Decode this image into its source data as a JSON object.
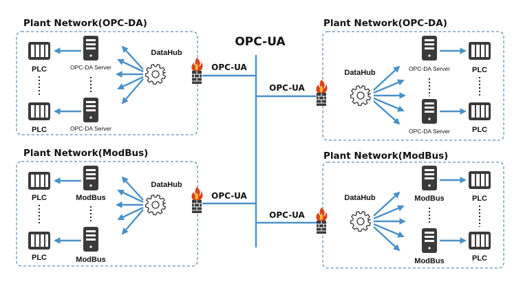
{
  "backbone_label": "OPC-UA",
  "colors": {
    "link": "#4a90c8",
    "box_border": "#3b6ea6",
    "device": "#3a3a3a",
    "firewall": "#d9441c"
  },
  "panels": [
    {
      "title": "Plant Network(OPC-DA)",
      "hub_label": "DataHub",
      "link_label": "OPC-UA",
      "server_top": "OPC-DA Server",
      "server_bottom": "OPC-DA Server",
      "plc_top": "PLC",
      "plc_bottom": "PLC"
    },
    {
      "title": "Plant Network(ModBus)",
      "hub_label": "DataHub",
      "link_label": "OPC-UA",
      "server_top": "ModBus",
      "server_bottom": "ModBus",
      "plc_top": "PLC",
      "plc_bottom": "PLC"
    },
    {
      "title": "Plant Network(OPC-DA)",
      "hub_label": "DataHub",
      "link_label": "OPC-UA",
      "server_top": "OPC-DA Server",
      "server_bottom": "OPC-DA Server",
      "plc_top": "PLC",
      "plc_bottom": "PLC"
    },
    {
      "title": "Plant Network(ModBus)",
      "hub_label": "DataHub",
      "link_label": "OPC-UA",
      "server_top": "ModBus",
      "server_bottom": "ModBus",
      "plc_top": "PLC",
      "plc_bottom": "PLC"
    }
  ]
}
